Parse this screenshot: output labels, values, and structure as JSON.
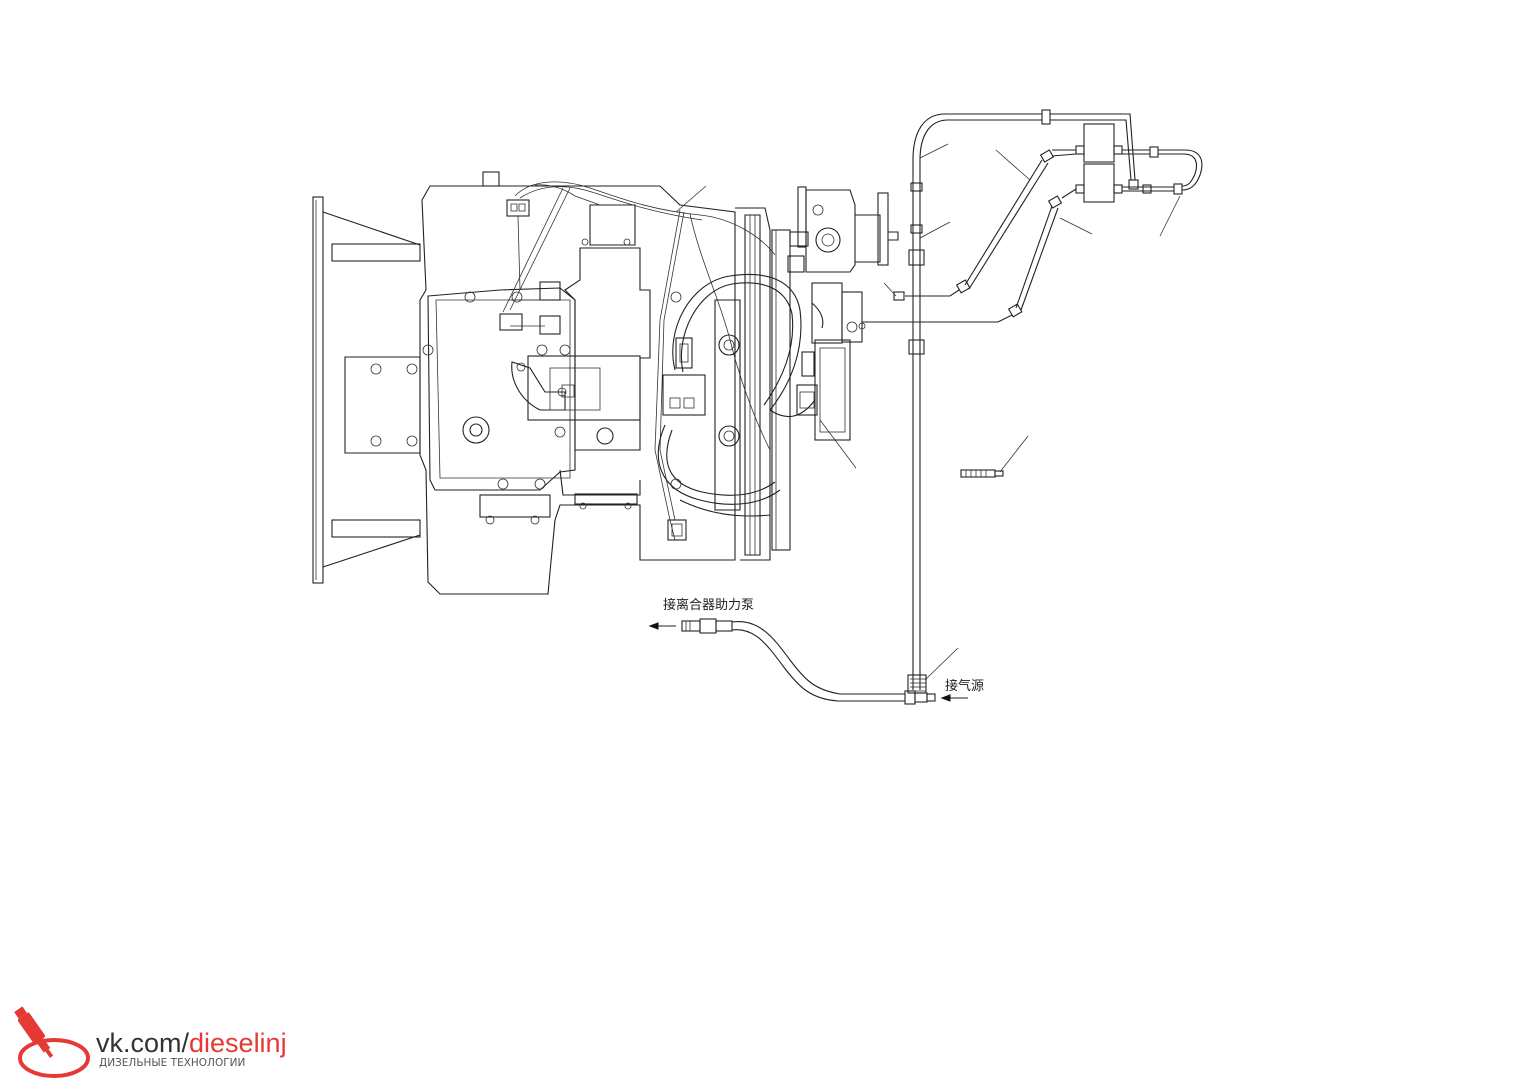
{
  "labels": {
    "clutch_pump": "接离合器助力泵",
    "air_source": "接气源"
  },
  "watermark": {
    "url_prefix": "vk.com/",
    "url_accent": "dieselinj",
    "subtitle": "ДИЗЕЛЬНЫЕ ТЕХНОЛОГИИ",
    "accent_color": "#e53935",
    "icon": "injector-logo-icon"
  }
}
